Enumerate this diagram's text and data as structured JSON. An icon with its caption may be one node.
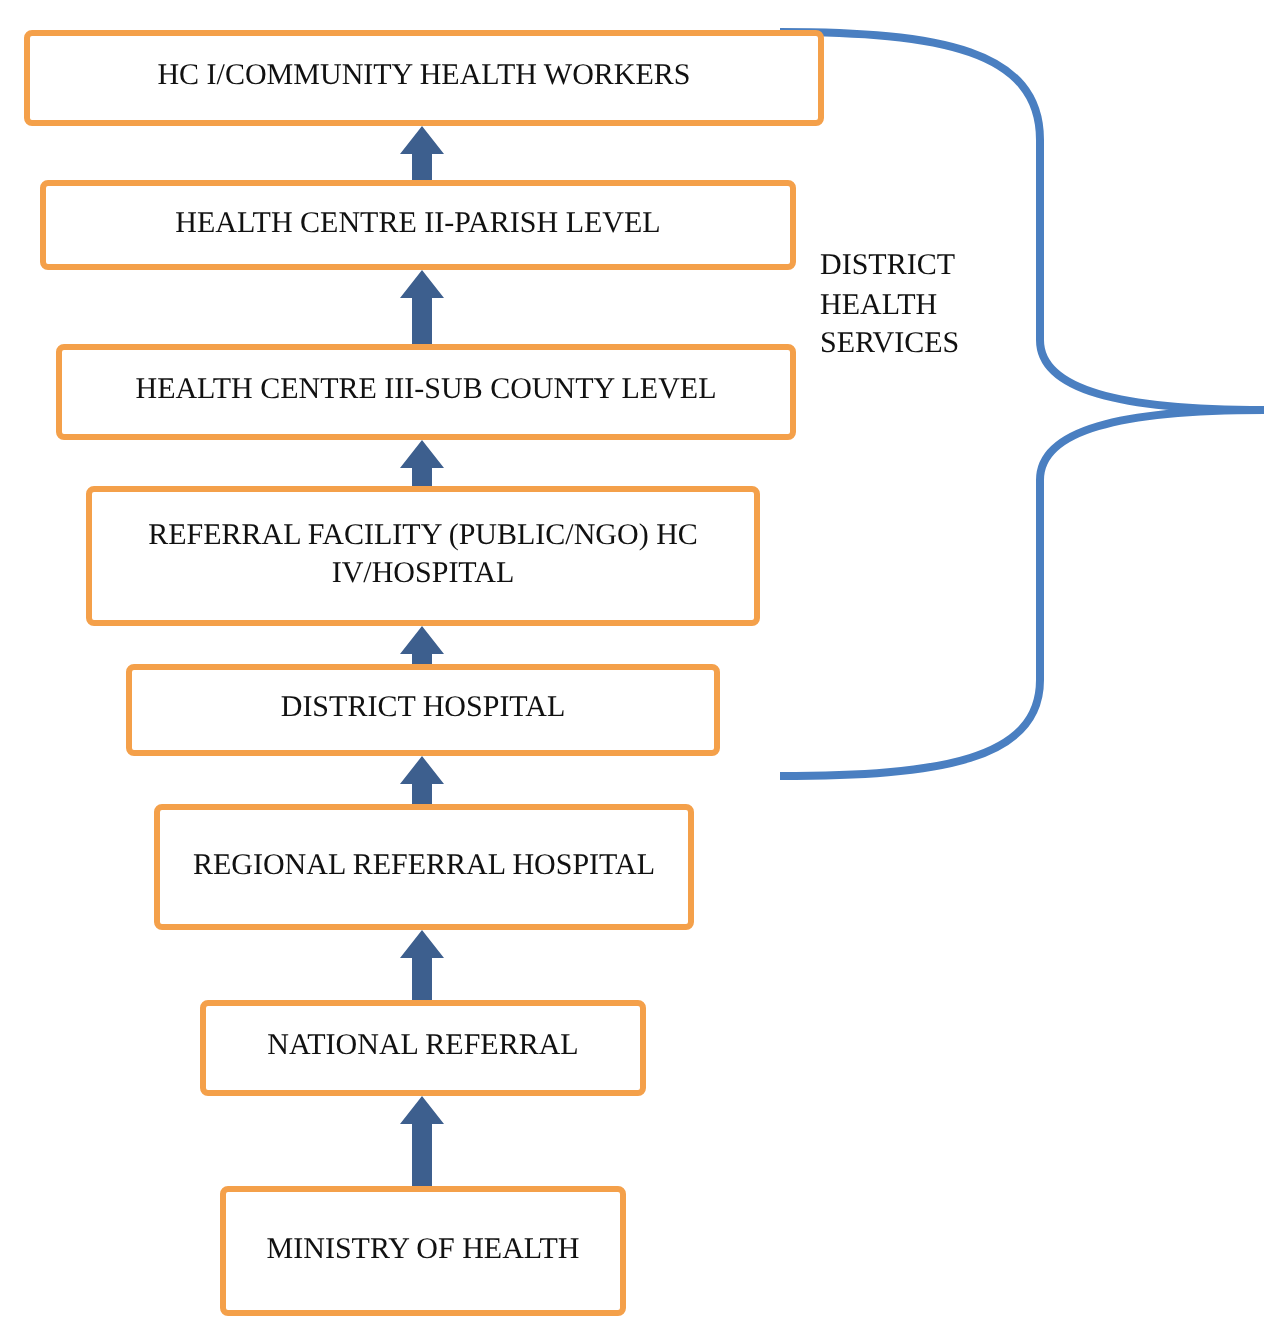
{
  "diagram": {
    "nodes": [
      {
        "text": [
          "HC I/COMMUNITY HEALTH WORKERS"
        ]
      },
      {
        "text": [
          "HEALTH CENTRE II-PARISH LEVEL"
        ]
      },
      {
        "text": [
          "HEALTH CENTRE III-SUB COUNTY LEVEL"
        ]
      },
      {
        "text": [
          "REFERRAL FACILITY (PUBLIC/NGO) HC IV/HOSPITAL"
        ]
      },
      {
        "text": [
          "DISTRICT HOSPITAL"
        ]
      },
      {
        "text": [
          "REGIONAL REFERRAL HOSPITAL"
        ]
      },
      {
        "text": [
          "NATIONAL REFERRAL"
        ]
      },
      {
        "text": [
          "MINISTRY OF HEALTH"
        ]
      }
    ],
    "edges": [
      {
        "from": 1,
        "to": 0,
        "arrow": "to",
        "style": "thick"
      },
      {
        "from": 2,
        "to": 1,
        "arrow": "to",
        "style": "thick"
      },
      {
        "from": 3,
        "to": 2,
        "arrow": "to",
        "style": "thick"
      },
      {
        "from": 4,
        "to": 3,
        "arrow": "to",
        "style": "thick"
      },
      {
        "from": 5,
        "to": 4,
        "arrow": "to",
        "style": "thick"
      },
      {
        "from": 6,
        "to": 5,
        "arrow": "to",
        "style": "thick"
      },
      {
        "from": 7,
        "to": 6,
        "arrow": "to",
        "style": "thick"
      }
    ],
    "labels": [
      "DISTRICT HEALTH SERVICES"
    ]
  }
}
